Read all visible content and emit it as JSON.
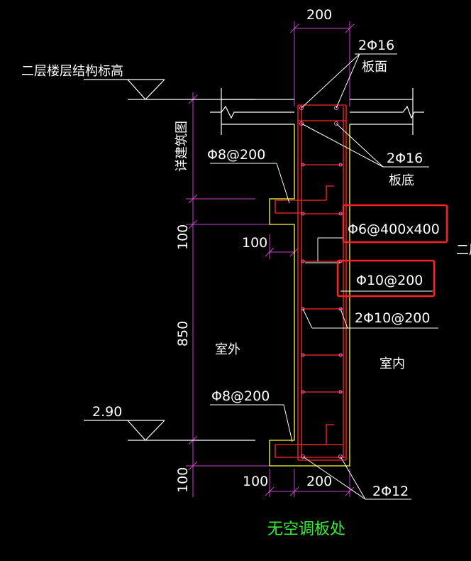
{
  "texts": {
    "top_width": "200",
    "level_label": "二层楼层结构标高",
    "top_rebar_spec": "2Φ16",
    "top_rebar_note": "板面",
    "bottom_rebar_spec": "2Φ16",
    "bottom_rebar_note": "板底",
    "vertical_note": "详建筑图",
    "upper_stirrup": "Φ8@200",
    "dim_100_upper": "100",
    "ledge_width_upper": "100",
    "mesh_spec": "Φ6@400x400",
    "right_cut_label": "二层",
    "vertical_bar_spec": "Φ10@200",
    "horizontal_bar_spec": "2Φ10@200",
    "dim_850": "850",
    "outdoor_label": "室外",
    "indoor_label": "室内",
    "lower_stirrup": "Φ8@200",
    "elevation_value": "2.90",
    "dim_100_lower": "100",
    "ledge_width_lower": "100",
    "base_width": "200",
    "base_rebar_spec": "2Φ12",
    "caption": "无空调板处"
  },
  "colors": {
    "background": "#000000",
    "concrete_outline": "#ffff33",
    "rebar": "#ff2a2a",
    "dimension": "#cc44cc",
    "leader": "#ffffff",
    "caption": "#33ee33",
    "highlight": "#ff2222"
  }
}
